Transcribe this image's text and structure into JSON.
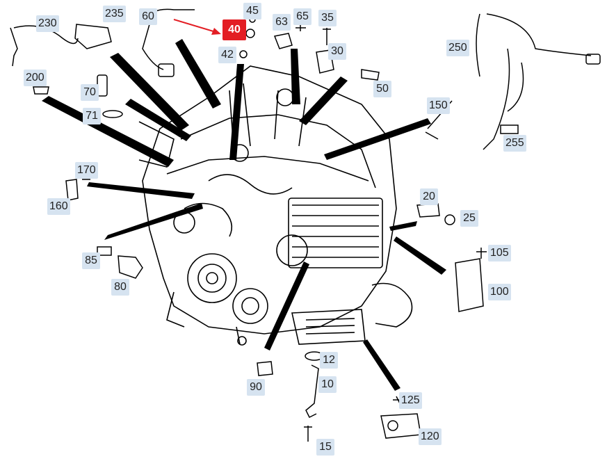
{
  "diagram": {
    "selected_part": "40",
    "colors": {
      "label_bg": "#d6e3f0",
      "label_text": "#222222",
      "highlight": "#e31e24",
      "line": "#000000"
    },
    "callouts": [
      "230",
      "235",
      "60",
      "45",
      "40",
      "42",
      "63",
      "65",
      "35",
      "30",
      "200",
      "70",
      "71",
      "50",
      "250",
      "150",
      "255",
      "170",
      "160",
      "20",
      "25",
      "105",
      "85",
      "80",
      "100",
      "12",
      "10",
      "90",
      "125",
      "15",
      "120"
    ]
  }
}
